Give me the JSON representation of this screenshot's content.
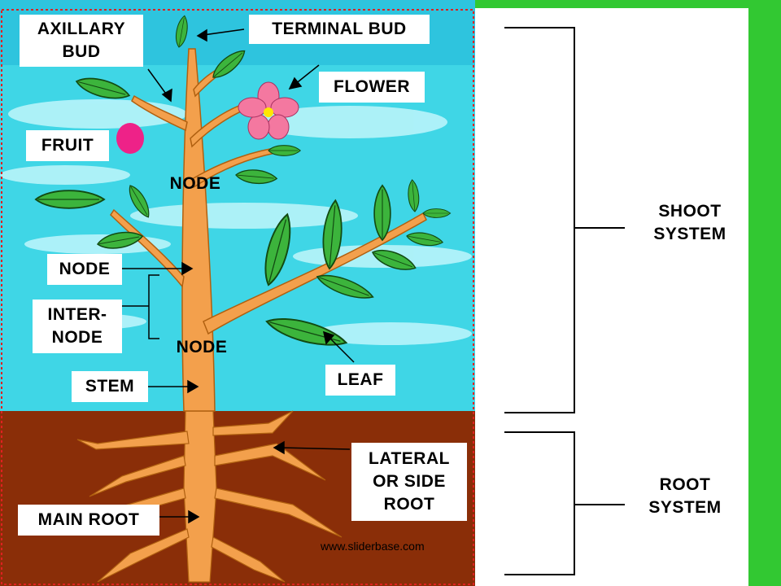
{
  "labels": {
    "axillary_bud": "AXILLARY\nBUD",
    "terminal_bud": "TERMINAL BUD",
    "flower": "FLOWER",
    "fruit": "FRUIT",
    "node_upper": "NODE",
    "node_left": "NODE",
    "internode": "INTER-\nNODE",
    "node_lower": "NODE",
    "stem": "STEM",
    "leaf": "LEAF",
    "lateral_root": "LATERAL\nOR SIDE\nROOT",
    "main_root": "MAIN ROOT",
    "shoot_system": "SHOOT\nSYSTEM",
    "root_system": "ROOT\nSYSTEM"
  },
  "credit": "www.sliderbase.com",
  "colors": {
    "background": "#32c832",
    "panel": "#ffffff",
    "sky": "#3fd6e6",
    "soil": "#8a2e08",
    "stem": "#f3a04c",
    "leaf": "#3cb43c",
    "flower": "#f478a0",
    "fruit": "#ee2288"
  }
}
